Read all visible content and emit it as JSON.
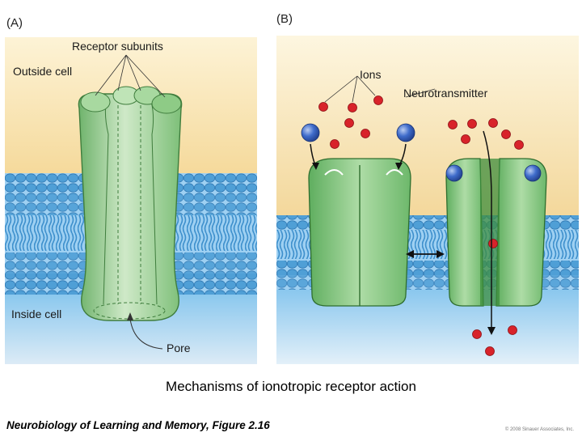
{
  "panel_a": {
    "label": "(A)",
    "receptor_subunits": "Receptor subunits",
    "outside_cell": "Outside cell",
    "inside_cell": "Inside cell",
    "pore": "Pore"
  },
  "panel_b": {
    "label": "(B)",
    "ions": "Ions",
    "neurotransmitter": "Neurotransmitter"
  },
  "caption": "Mechanisms of ionotropic receptor action",
  "footer": {
    "title": "Neurobiology of Learning and Memory, Figure 2.16",
    "copyright": "© 2008 Sinauer Associates, Inc."
  },
  "colors": {
    "outside_bg": "#f7e3b0",
    "inside_bg": "#7ec0ea",
    "membrane": "#5aa8de",
    "receptor": "#7cc07a",
    "ion": "#d8232a",
    "neurotransmitter": "#3a66c4"
  }
}
